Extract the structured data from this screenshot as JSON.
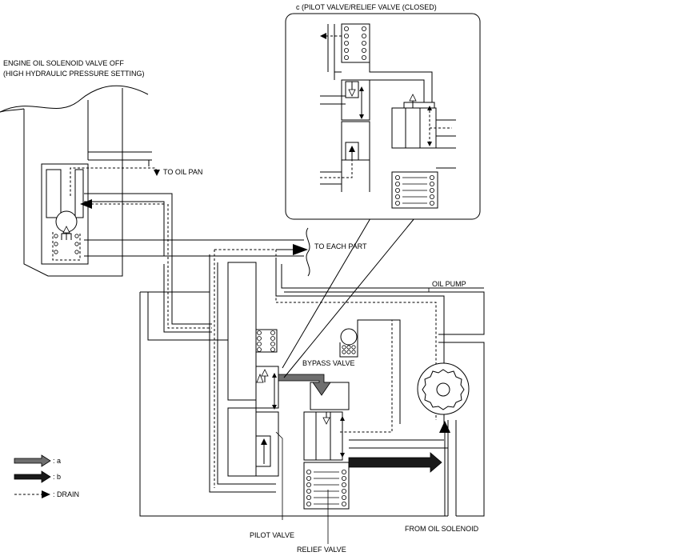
{
  "labels": {
    "solenoid_state": "ENGINE OIL SOLENOID VALVE OFF",
    "pressure_setting": "(HIGH HYDRAULIC PRESSURE SETTING)",
    "detail_title": "c (PILOT VALVE/RELIEF VALVE (CLOSED)",
    "to_oil_pan": "TO OIL PAN",
    "to_each_part": "TO EACH PART",
    "oil_pump": "OIL PUMP",
    "bypass_valve": "BYPASS VALVE",
    "pilot_valve": "PILOT VALVE",
    "relief_valve": "RELIEF VALVE",
    "from_oil_solenoid": "FROM OIL SOLENOID"
  },
  "legend": [
    {
      "key": "a",
      "label": ": a",
      "style": "gray-arrow"
    },
    {
      "key": "b",
      "label": ": b",
      "style": "black-arrow"
    },
    {
      "key": "drain",
      "label": ": DRAIN",
      "style": "dashed-arrow"
    }
  ],
  "colors": {
    "flow_a": "#6e6e6e",
    "flow_b": "#1a1a1a",
    "line": "#000000"
  }
}
